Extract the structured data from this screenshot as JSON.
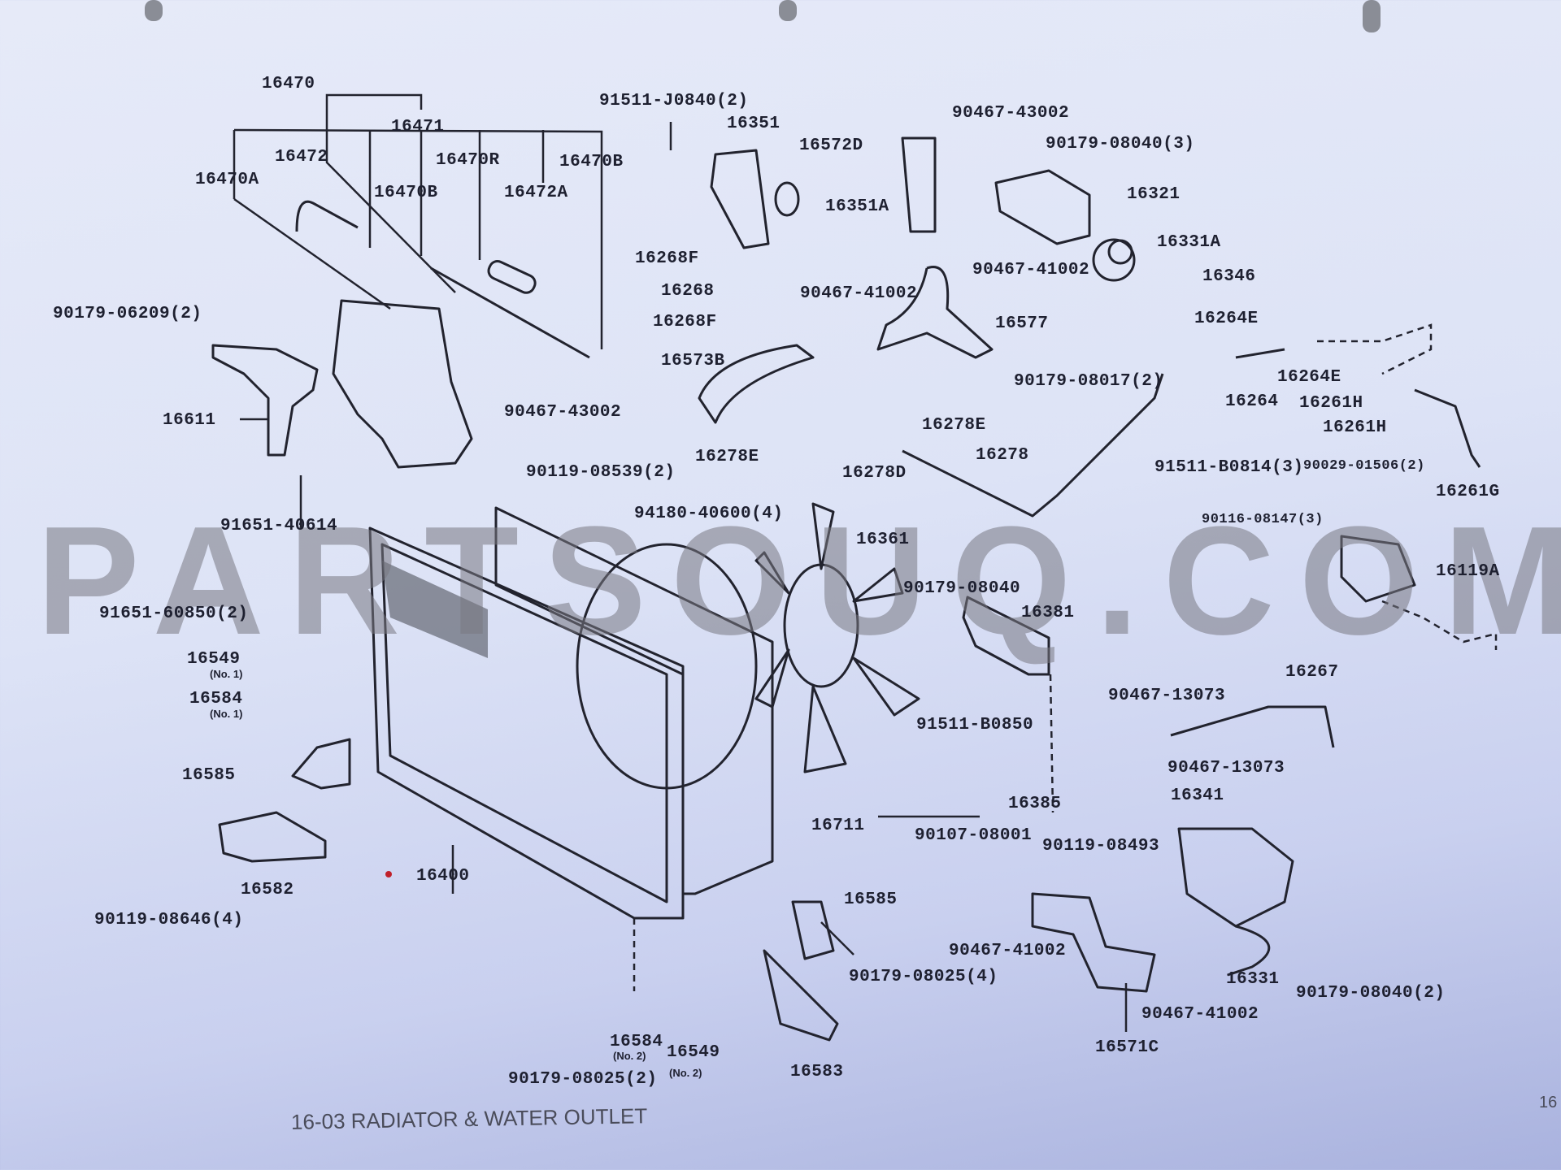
{
  "watermark": "PARTSOUQ.COM",
  "caption": "16-03 RADIATOR & WATER OUTLET",
  "page_number": "16",
  "labels": [
    "16470",
    "16471",
    "16472",
    "16470A",
    "16470R",
    "16470B",
    "16470B",
    "16472A",
    "91511-J0840(2)",
    "16351",
    "16572D",
    "90467-43002",
    "90179-08040(3)",
    "16321",
    "16351A",
    "16331A",
    "16268F",
    "90467-41002",
    "16346",
    "16268",
    "90467-41002",
    "16268F",
    "16577",
    "90179-06209(2)",
    "16264E",
    "16573B",
    "16264E",
    "90179-08017(2)",
    "16264",
    "16261H",
    "90467-43002",
    "16611",
    "16278E",
    "16261H",
    "16278E",
    "16278",
    "90119-08539(2)",
    "16278D",
    "91511-B0814(3)",
    "90029-01506(2)",
    "16261G",
    "91651-40614",
    "94180-40600(4)",
    "90116-08147(3)",
    "16361",
    "16119A",
    "90179-08040",
    "91651-60850(2)",
    "16381",
    "16549",
    "16267",
    "90467-13073",
    "16584",
    "91511-B0850",
    "90467-13073",
    "16585",
    "16341",
    "16385",
    "16711",
    "90107-08001",
    "90119-08493",
    "16400",
    "16582",
    "90119-08646(4)",
    "16585",
    "90467-41002",
    "16331",
    "90179-08025(4)",
    "90179-08040(2)",
    "90467-41002",
    "16584",
    "16549",
    "16571C",
    "16583",
    "90179-08025(2)"
  ],
  "sublabels": [
    "(No. 1)",
    "(No. 1)",
    "(No. 2)",
    "(No. 2)"
  ]
}
